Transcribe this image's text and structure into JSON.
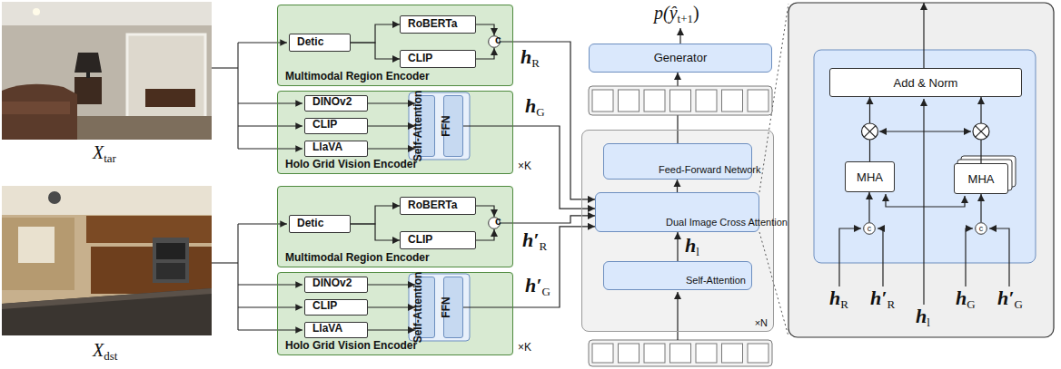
{
  "diagram": {
    "nodes": [
      {
        "text": [
          "Multimodal Region Encoder"
        ]
      },
      {
        "text": [
          "Detic"
        ],
        "in": 0
      },
      {
        "text": [
          "RoBERTa"
        ],
        "in": 0
      },
      {
        "text": [
          "CLIP"
        ],
        "in": 0
      },
      {
        "text": [
          "c"
        ],
        "in": 0
      },
      {
        "text": [
          "Holo Grid Vision Encoder",
          "×K"
        ]
      },
      {
        "text": [
          "DINOv2"
        ],
        "in": 5
      },
      {
        "text": [
          "CLIP"
        ],
        "in": 5
      },
      {
        "text": [
          "LlaVA"
        ],
        "in": 5
      },
      {
        "text": [
          "Self-Attention"
        ],
        "in": 5
      },
      {
        "text": [
          "FFN"
        ],
        "in": 5
      },
      {
        "text": [
          "Multimodal Region Encoder"
        ]
      },
      {
        "text": [
          "Detic"
        ],
        "in": 11
      },
      {
        "text": [
          "RoBERTa"
        ],
        "in": 11
      },
      {
        "text": [
          "CLIP"
        ],
        "in": 11
      },
      {
        "text": [
          "c"
        ],
        "in": 11
      },
      {
        "text": [
          "Holo Grid Vision Encoder",
          "×K"
        ]
      },
      {
        "text": [
          "DINOv2"
        ],
        "in": 16
      },
      {
        "text": [
          "CLIP"
        ],
        "in": 16
      },
      {
        "text": [
          "LlaVA"
        ],
        "in": 16
      },
      {
        "text": [
          "Self-Attention"
        ],
        "in": 16
      },
      {
        "text": [
          "FFN"
        ],
        "in": 16
      },
      {
        "text": [
          "Generator"
        ]
      },
      {
        "text": [
          "×N"
        ]
      },
      {
        "text": [
          "Feed-Forward Network"
        ],
        "in": 23
      },
      {
        "text": [
          "Dual Image Cross Attention"
        ],
        "in": 23
      },
      {
        "text": [
          "Self-Attention"
        ],
        "in": 23
      },
      {
        "text": [
          "Add & Norm"
        ]
      },
      {
        "text": [
          "MHA"
        ]
      },
      {
        "text": [
          "MHA"
        ]
      },
      {
        "text": [
          "c"
        ]
      },
      {
        "text": [
          "c"
        ]
      }
    ],
    "edges": [
      {
        "from": 1,
        "to": 2,
        "arrow": "to"
      },
      {
        "from": 1,
        "to": 3,
        "arrow": "to"
      },
      {
        "from": 2,
        "to": 4,
        "arrow": "to"
      },
      {
        "from": 3,
        "to": 4,
        "arrow": "to"
      },
      {
        "from": 4,
        "to": 25,
        "arrow": "to"
      },
      {
        "from": 6,
        "to": 9,
        "arrow": "to"
      },
      {
        "from": 7,
        "to": 9,
        "arrow": "to"
      },
      {
        "from": 8,
        "to": 9,
        "arrow": "to"
      },
      {
        "from": 10,
        "to": 25,
        "arrow": "to"
      },
      {
        "from": 12,
        "to": 13,
        "arrow": "to"
      },
      {
        "from": 12,
        "to": 14,
        "arrow": "to"
      },
      {
        "from": 13,
        "to": 15,
        "arrow": "to"
      },
      {
        "from": 14,
        "to": 15,
        "arrow": "to"
      },
      {
        "from": 15,
        "to": 25,
        "arrow": "to"
      },
      {
        "from": 17,
        "to": 20,
        "arrow": "to"
      },
      {
        "from": 18,
        "to": 20,
        "arrow": "to"
      },
      {
        "from": 19,
        "to": 20,
        "arrow": "to"
      },
      {
        "from": 21,
        "to": 25,
        "arrow": "to"
      },
      {
        "from": 26,
        "to": 25,
        "arrow": "to"
      },
      {
        "from": 25,
        "to": 24,
        "arrow": "to"
      },
      {
        "from": 24,
        "to": 22,
        "arrow": "to"
      },
      {
        "from": 30,
        "to": 28,
        "arrow": "to"
      },
      {
        "from": 31,
        "to": 29,
        "arrow": "to"
      },
      {
        "from": 28,
        "to": 27,
        "arrow": "to"
      },
      {
        "from": 29,
        "to": 27,
        "arrow": "to"
      }
    ],
    "labels": [
      "p(ŷ",
      "t+1",
      ")",
      "X",
      "tar",
      "X",
      "dst",
      "h",
      "R",
      "h",
      "G",
      "h′",
      "R",
      "h′",
      "G",
      "h",
      "l",
      "h",
      "R",
      "h′",
      "R",
      "h",
      "l",
      "h",
      "G",
      "h′",
      "G"
    ]
  }
}
